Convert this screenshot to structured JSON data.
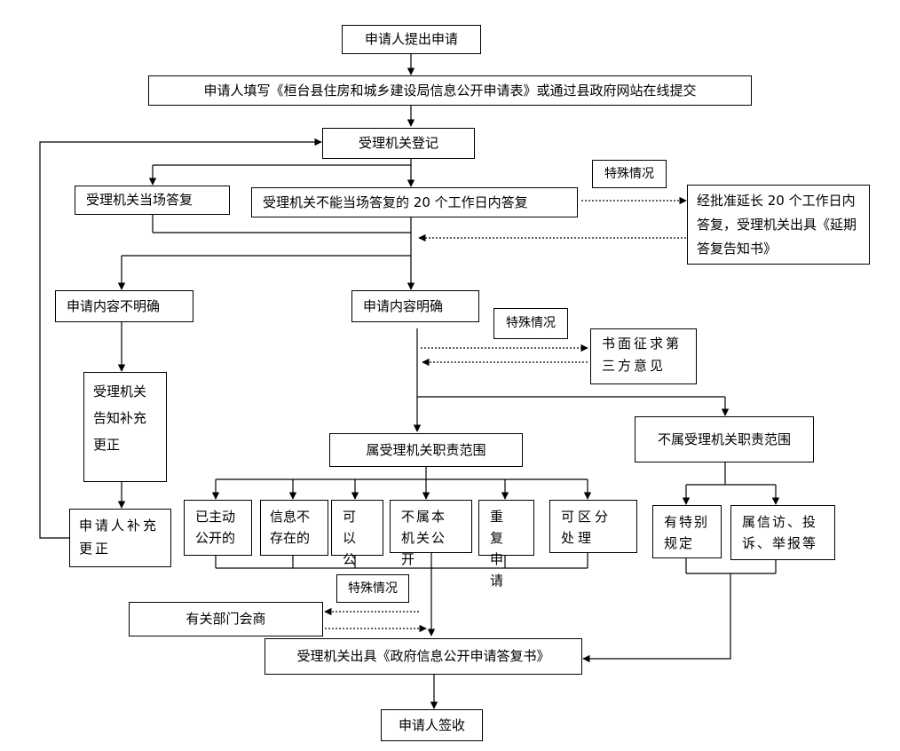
{
  "nodes": {
    "apply": "申请人提出申请",
    "fill_form": "申请人填写《桓台县住房和城乡建设局信息公开申请表》或通过县政府网站在线提交",
    "register": "受理机关登记",
    "reply_on_spot": "受理机关当场答复",
    "reply_20_days": "受理机关不能当场答复的 20 个工作日内答复",
    "special_1": "特殊情况",
    "extension": "经批准延长 20 个工作日内答复，受理机关出具《延期答复告知书》",
    "unclear": "申请内容不明确",
    "clear": "申请内容明确",
    "notify_supplement": "受理机关告知补充更正",
    "special_2": "特殊情况",
    "third_party": "书面征求第三方意见",
    "applicant_supplement": "申请人补充更正",
    "in_scope": "属受理机关职责范围",
    "out_scope": "不属受理机关职责范围",
    "already_public": "已主动公开的",
    "not_exist": "信息不存在的",
    "can_public": "可以公开",
    "not_agency_public": "不属本机关公开",
    "repeat": "重复申请",
    "partial": "可区分处理",
    "special_rules": "有特别规定",
    "petition": "属信访、投诉、举报等",
    "special_3": "特殊情况",
    "consult": "有关部门会商",
    "issue_reply": "受理机关出具《政府信息公开申请答复书》",
    "sign": "申请人签收"
  }
}
